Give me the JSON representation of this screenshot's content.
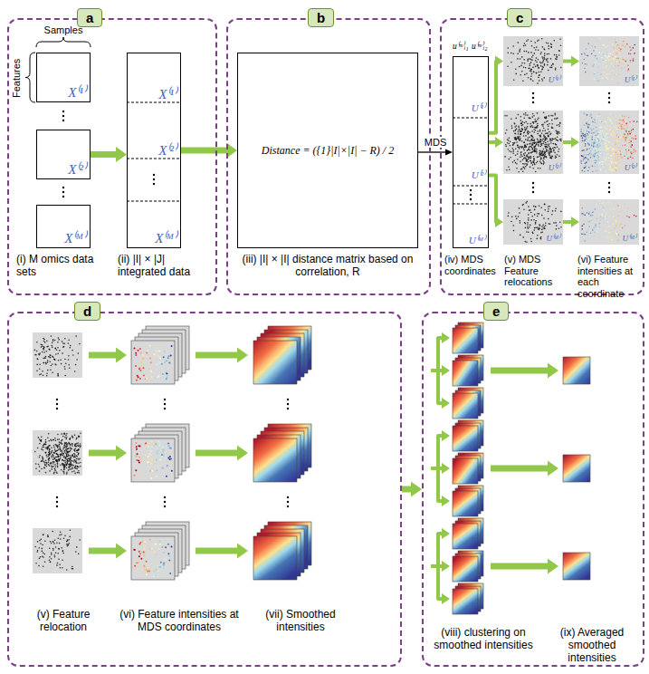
{
  "diagram": {
    "nodes": [
      {
        "text": [
          "a"
        ]
      },
      {
        "text": [
          "X⁽¹⁾"
        ],
        "in": 0
      },
      {
        "text": [
          "X⁽²⁾"
        ],
        "in": 0
      },
      {
        "text": [
          "X⁽ᴹ⁾"
        ],
        "in": 0
      },
      {
        "text": [
          "X⁽¹⁾",
          "X⁽²⁾",
          "X⁽ᴹ⁾"
        ],
        "in": 0
      },
      {
        "text": [
          "b"
        ]
      },
      {
        "text": [
          "Distance = ({1}|I|×|I| − R) / 2"
        ],
        "in": 5
      },
      {
        "text": [
          "c"
        ]
      },
      {
        "text": [
          "u⁽ᵐ⁾ᵢ₁",
          "u⁽ᵐ⁾ᵢ₂",
          "U⁽¹⁾",
          "U⁽²⁾",
          "U⁽ᴹ⁾"
        ],
        "in": 7
      },
      {
        "text": [
          "U⁽¹⁾"
        ],
        "in": 7
      },
      {
        "text": [
          "U⁽²⁾"
        ],
        "in": 7
      },
      {
        "text": [
          "U⁽ᴹ⁾"
        ],
        "in": 7
      },
      {
        "text": [
          "U⁽¹⁾"
        ],
        "in": 7
      },
      {
        "text": [
          "U⁽²⁾"
        ],
        "in": 7
      },
      {
        "text": [
          "U⁽ᴹ⁾"
        ],
        "in": 7
      },
      {
        "text": [
          "d"
        ]
      },
      {
        "text": [
          "e"
        ]
      }
    ],
    "edges": [
      {
        "from": 2,
        "to": 4,
        "arrow": "to"
      },
      {
        "from": 4,
        "to": 6,
        "arrow": "to"
      },
      {
        "from": 6,
        "to": 8,
        "label": "MDS",
        "arrow": "to"
      },
      {
        "from": 8,
        "to": 9,
        "arrow": "to"
      },
      {
        "from": 8,
        "to": 10,
        "arrow": "to"
      },
      {
        "from": 8,
        "to": 11,
        "arrow": "to"
      },
      {
        "from": 9,
        "to": 12,
        "arrow": "to"
      },
      {
        "from": 10,
        "to": 13,
        "arrow": "to"
      },
      {
        "from": 11,
        "to": 14,
        "arrow": "to"
      },
      {
        "from": 15,
        "to": 16,
        "arrow": "to"
      }
    ],
    "labels": [
      "Samples",
      "Features",
      "(i) M omics data sets",
      "(ii) |I| × |J| integrated data",
      "(iii) |I| × |I| distance matrix based on correlation, R",
      "(iv) MDS coordinates",
      "(v) MDS Feature relocations",
      "(vi) Feature intensities at each coordinate",
      "(v) Feature relocation",
      "(vi) Feature intensities at MDS coordinates",
      "(vii) Smoothed intensities",
      "(viii) clustering on smoothed intensities",
      "(ix) Averaged smoothed intensities"
    ]
  }
}
